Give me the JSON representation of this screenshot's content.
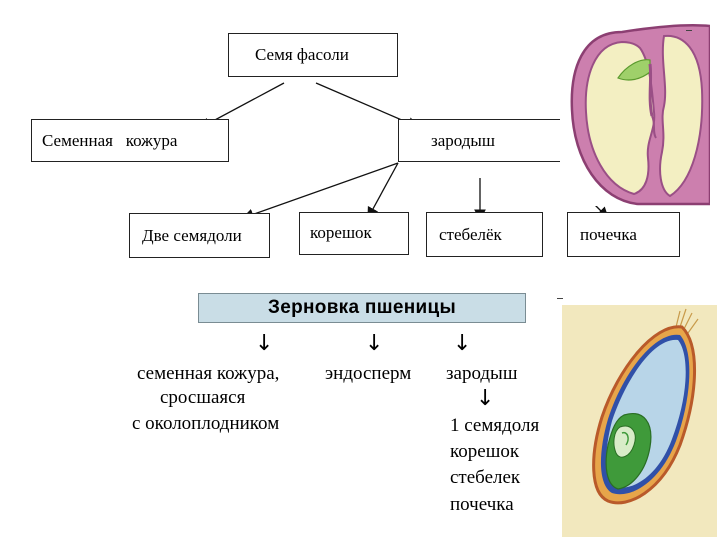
{
  "bean": {
    "root": "Семя фасоли",
    "coat": "Семенная   кожура",
    "embryo": "зародыш",
    "parts": [
      "Две семядоли",
      "корешок",
      "стебелёк",
      "почечка"
    ]
  },
  "wheat": {
    "title": "Зерновка пшеницы",
    "coat_lines": [
      "семенная кожура,",
      "сросшаяся",
      "с околоплодником"
    ],
    "endosperm": "эндосперм",
    "embryo": "зародыш",
    "embryo_parts": [
      "1 семядоля",
      "корешок",
      "стебелек",
      "почечка"
    ]
  },
  "colors": {
    "banner_fill": "#c9dde6",
    "bean_coat": "#cc7fae",
    "bean_inner": "#f3efc2",
    "wheat_bg": "#f2e8be",
    "wheat_endosperm": "#b8d5e8",
    "wheat_embryo": "#3f9a3a"
  },
  "icons": [
    "bean-seed-section-image",
    "wheat-grain-section-image"
  ]
}
